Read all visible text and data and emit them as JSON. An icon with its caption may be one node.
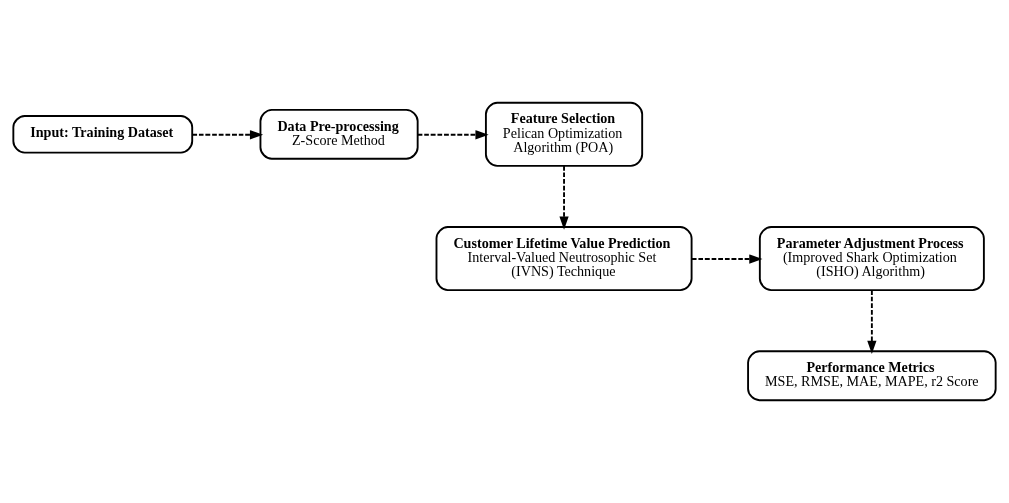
{
  "diagram": {
    "nodes": [
      {
        "text": [
          "Input: Training Dataset"
        ]
      },
      {
        "text": [
          "Data Pre-processing",
          "Z-Score Method"
        ]
      },
      {
        "text": [
          "Feature Selection",
          "Pelican Optimization Algorithm (POA)"
        ]
      },
      {
        "text": [
          "Customer Lifetime Value Prediction",
          "Interval-Valued Neutrosophic Set (IVNS) Technique"
        ]
      },
      {
        "text": [
          "Parameter Adjustment Process",
          "(Improved Shark Optimization (ISHO) Algorithm)"
        ]
      },
      {
        "text": [
          "Performance Metrics",
          "MSE, RMSE, MAE, MAPE, r2 Score"
        ]
      }
    ],
    "edges": [
      {
        "from": 0,
        "to": 1,
        "arrow": "to",
        "style": "dashed"
      },
      {
        "from": 1,
        "to": 2,
        "arrow": "to",
        "style": "dashed"
      },
      {
        "from": 2,
        "to": 3,
        "arrow": "to",
        "style": "dashed"
      },
      {
        "from": 3,
        "to": 4,
        "arrow": "to",
        "style": "dashed"
      },
      {
        "from": 4,
        "to": 5,
        "arrow": "to",
        "style": "dashed"
      }
    ]
  }
}
